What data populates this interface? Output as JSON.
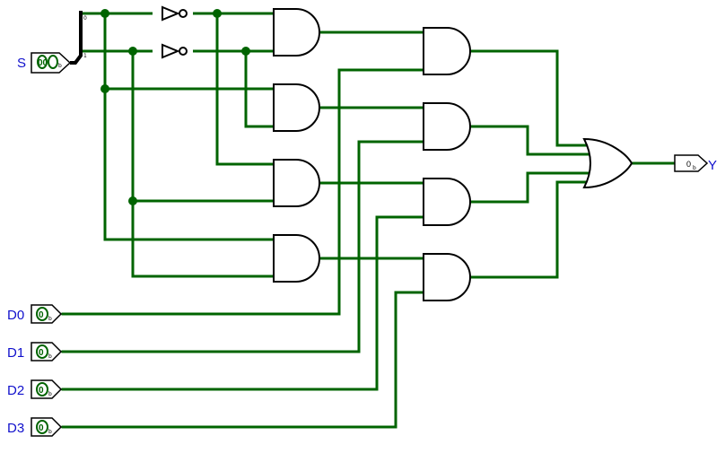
{
  "circuit": {
    "inputs": {
      "select": {
        "label": "S",
        "value": "00",
        "radix": "b"
      },
      "d0": {
        "label": "D0",
        "value": "0",
        "radix": "b"
      },
      "d1": {
        "label": "D1",
        "value": "0",
        "radix": "b"
      },
      "d2": {
        "label": "D2",
        "value": "0",
        "radix": "b"
      },
      "d3": {
        "label": "D3",
        "value": "0",
        "radix": "b"
      }
    },
    "splitter": {
      "bit0": "0",
      "bit1": "1"
    },
    "output": {
      "label": "Y",
      "value": "0",
      "radix": "b"
    }
  },
  "colors": {
    "wire": "#006400",
    "label": "#1010cc",
    "gate_stroke": "#000000"
  }
}
